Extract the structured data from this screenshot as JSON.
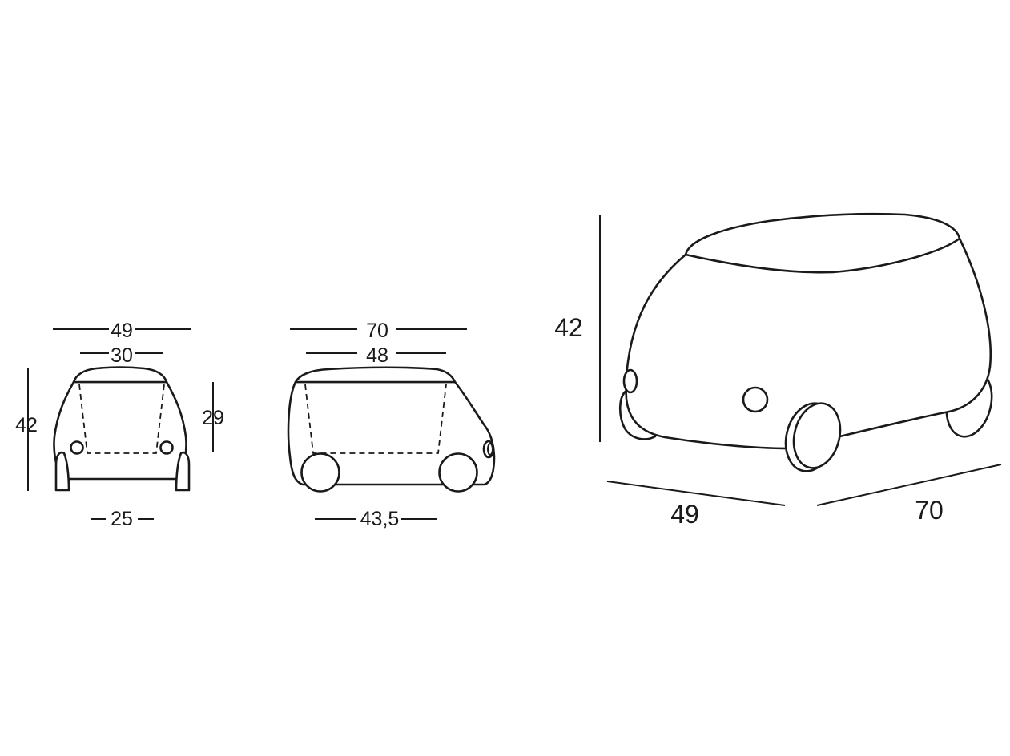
{
  "front_view": {
    "total_width": "49",
    "top_width": "30",
    "total_height": "42",
    "body_height": "29",
    "base_width": "25"
  },
  "side_view": {
    "total_length": "70",
    "top_length": "48",
    "wheelbase": "43,5"
  },
  "perspective_view": {
    "height": "42",
    "width": "49",
    "length": "70"
  },
  "colors": {
    "line": "#1a1a1a",
    "background": "#ffffff"
  }
}
